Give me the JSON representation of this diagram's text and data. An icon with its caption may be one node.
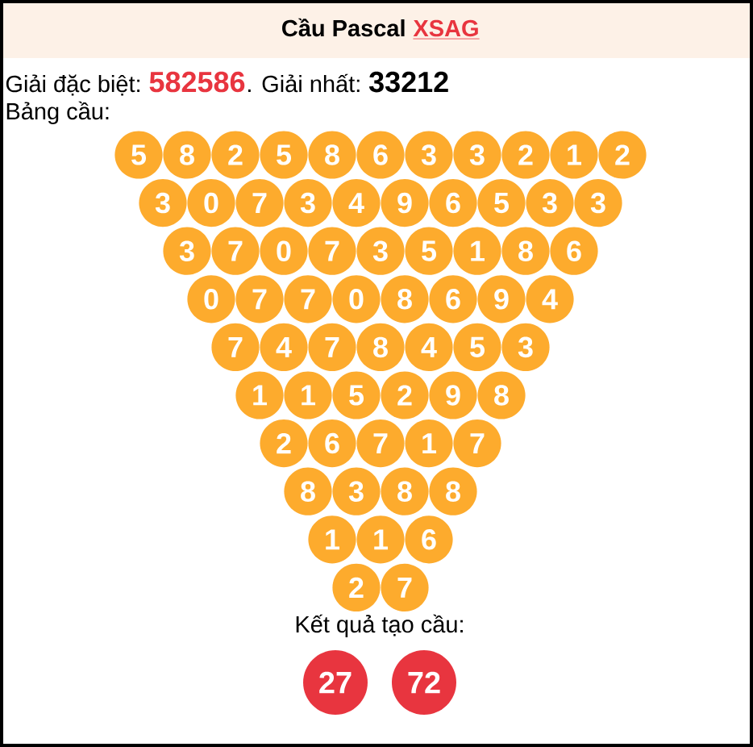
{
  "diagram": {
    "nodes": [
      {
        "text": [
          "Cầu Pascal",
          "XSAG"
        ]
      },
      {
        "text": [
          "5"
        ]
      },
      {
        "text": [
          "8"
        ]
      },
      {
        "text": [
          "2"
        ]
      },
      {
        "text": [
          "5"
        ]
      },
      {
        "text": [
          "8"
        ]
      },
      {
        "text": [
          "6"
        ]
      },
      {
        "text": [
          "3"
        ]
      },
      {
        "text": [
          "3"
        ]
      },
      {
        "text": [
          "2"
        ]
      },
      {
        "text": [
          "1"
        ]
      },
      {
        "text": [
          "2"
        ]
      },
      {
        "text": [
          "3"
        ]
      },
      {
        "text": [
          "0"
        ]
      },
      {
        "text": [
          "7"
        ]
      },
      {
        "text": [
          "3"
        ]
      },
      {
        "text": [
          "4"
        ]
      },
      {
        "text": [
          "9"
        ]
      },
      {
        "text": [
          "6"
        ]
      },
      {
        "text": [
          "5"
        ]
      },
      {
        "text": [
          "3"
        ]
      },
      {
        "text": [
          "3"
        ]
      },
      {
        "text": [
          "3"
        ]
      },
      {
        "text": [
          "7"
        ]
      },
      {
        "text": [
          "0"
        ]
      },
      {
        "text": [
          "7"
        ]
      },
      {
        "text": [
          "3"
        ]
      },
      {
        "text": [
          "5"
        ]
      },
      {
        "text": [
          "1"
        ]
      },
      {
        "text": [
          "8"
        ]
      },
      {
        "text": [
          "6"
        ]
      },
      {
        "text": [
          "0"
        ]
      },
      {
        "text": [
          "7"
        ]
      },
      {
        "text": [
          "7"
        ]
      },
      {
        "text": [
          "0"
        ]
      },
      {
        "text": [
          "8"
        ]
      },
      {
        "text": [
          "6"
        ]
      },
      {
        "text": [
          "9"
        ]
      },
      {
        "text": [
          "4"
        ]
      },
      {
        "text": [
          "7"
        ]
      },
      {
        "text": [
          "4"
        ]
      },
      {
        "text": [
          "7"
        ]
      },
      {
        "text": [
          "8"
        ]
      },
      {
        "text": [
          "4"
        ]
      },
      {
        "text": [
          "5"
        ]
      },
      {
        "text": [
          "3"
        ]
      },
      {
        "text": [
          "1"
        ]
      },
      {
        "text": [
          "1"
        ]
      },
      {
        "text": [
          "5"
        ]
      },
      {
        "text": [
          "2"
        ]
      },
      {
        "text": [
          "9"
        ]
      },
      {
        "text": [
          "8"
        ]
      },
      {
        "text": [
          "2"
        ]
      },
      {
        "text": [
          "6"
        ]
      },
      {
        "text": [
          "7"
        ]
      },
      {
        "text": [
          "1"
        ]
      },
      {
        "text": [
          "7"
        ]
      },
      {
        "text": [
          "8"
        ]
      },
      {
        "text": [
          "3"
        ]
      },
      {
        "text": [
          "8"
        ]
      },
      {
        "text": [
          "8"
        ]
      },
      {
        "text": [
          "1"
        ]
      },
      {
        "text": [
          "1"
        ]
      },
      {
        "text": [
          "6"
        ]
      },
      {
        "text": [
          "2"
        ]
      },
      {
        "text": [
          "7"
        ]
      },
      {
        "text": [
          "27"
        ]
      },
      {
        "text": [
          "72"
        ]
      }
    ],
    "labels": [
      "Giải đặc biệt:",
      "582586",
      ". Giải nhất:",
      "33212",
      "Bảng cầu:",
      "Kết quả tạo cầu:"
    ]
  }
}
